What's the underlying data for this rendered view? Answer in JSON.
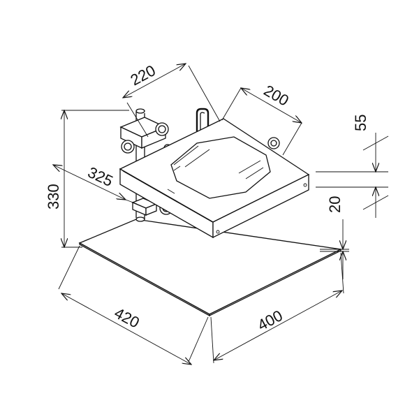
{
  "dimensions": {
    "width_top": "220",
    "depth_top": "200",
    "height_step": "55",
    "height_total": "330",
    "arm_reach": "325",
    "plate_thickness": "20",
    "base_width": "420",
    "base_depth": "400"
  }
}
